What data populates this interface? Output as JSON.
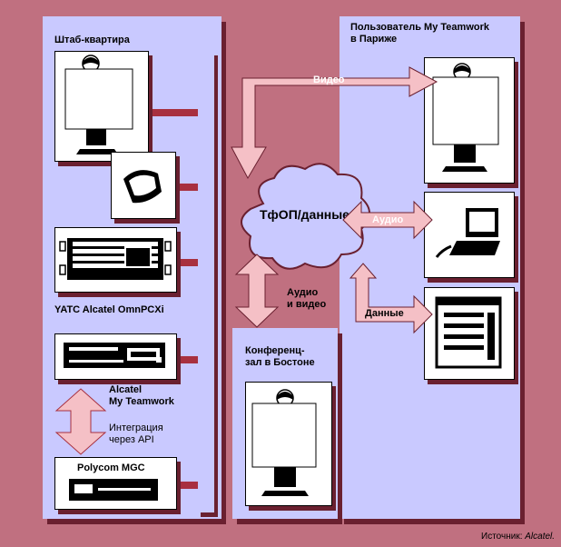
{
  "hq": {
    "title": "Штаб-квартира",
    "pbx_label": "YATC Alcatel OmnPCXi",
    "myteamwork_label": "Alcatel\nMy Teamwork",
    "integration_label": "Интеграция\nчерез API",
    "polycom_label": "Polycom MGC"
  },
  "paris": {
    "title": "Пользователь My Teamwork\nв Париже"
  },
  "boston": {
    "title": "Конференц-\nзал в Бостоне"
  },
  "network": {
    "cloud_label": "ТфОП/данные",
    "video_label": "Видео",
    "audio_label": "Аудио",
    "audio_video_label": "Аудио\nи видео",
    "data_label": "Данные"
  },
  "source": {
    "prefix": "Источник:",
    "name": "Alcatel."
  }
}
